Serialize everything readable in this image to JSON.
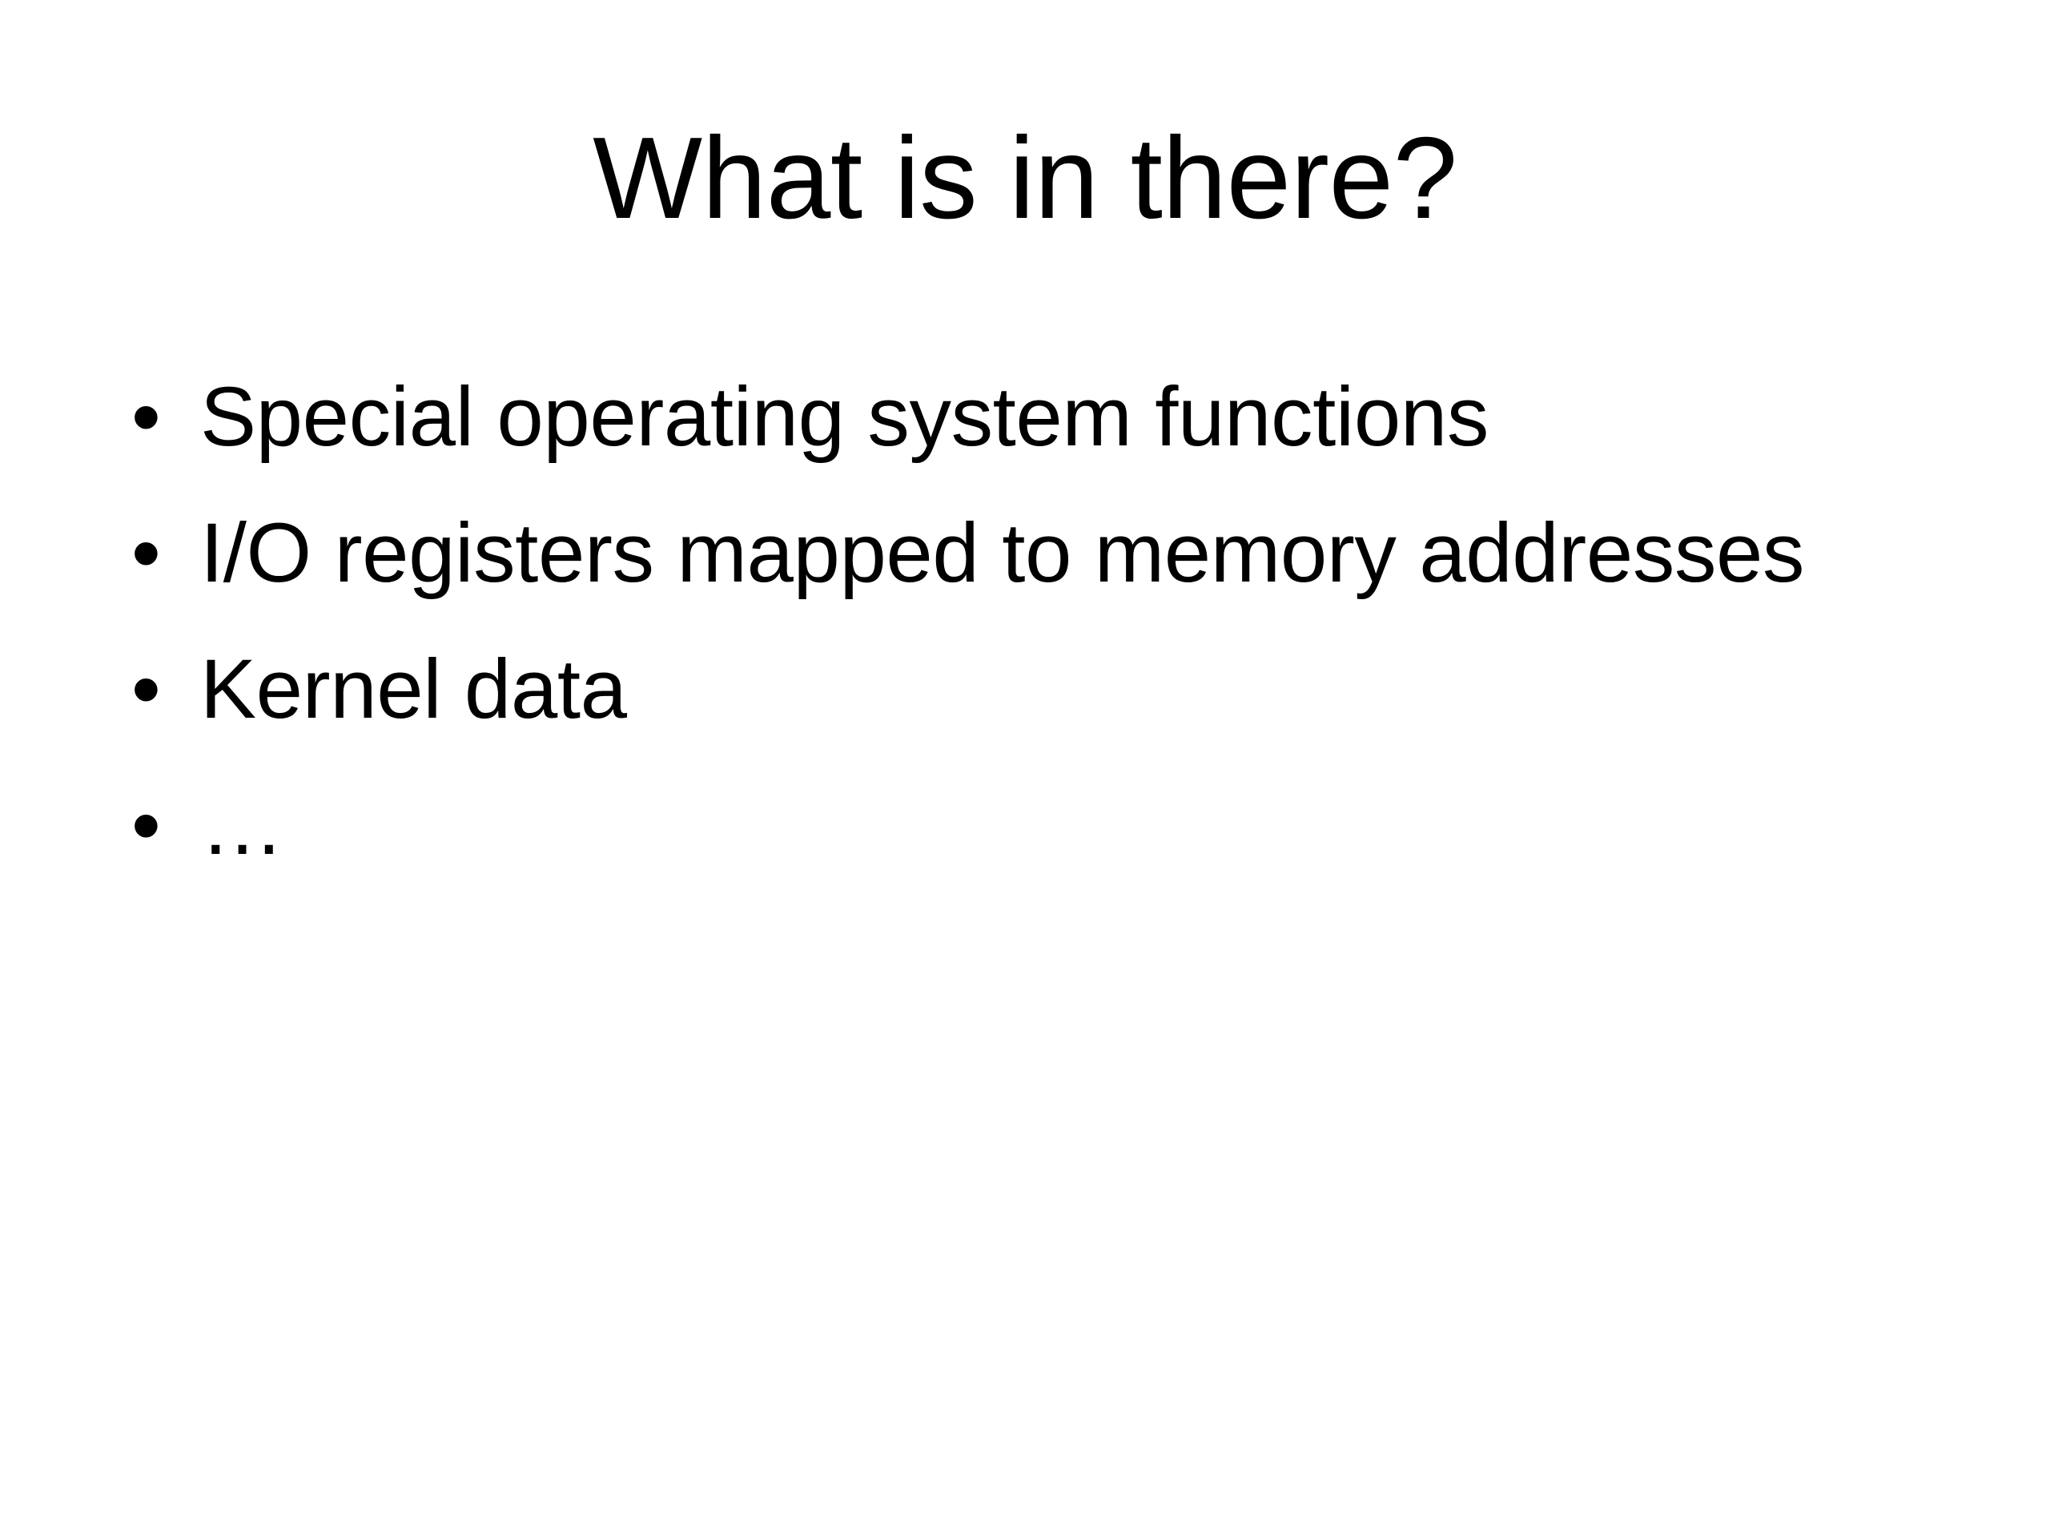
{
  "slide": {
    "background_color": "#FFFFFF",
    "text_color": "#000000",
    "title": "What is in there?",
    "bullet_marker": "•",
    "body": [
      {
        "marker": "•",
        "text": "Special operating system functions"
      },
      {
        "marker": "•",
        "text": "I/O registers mapped to memory addresses"
      },
      {
        "marker": "•",
        "text": "Kernel data"
      },
      {
        "marker": "•",
        "text": "…"
      }
    ]
  }
}
